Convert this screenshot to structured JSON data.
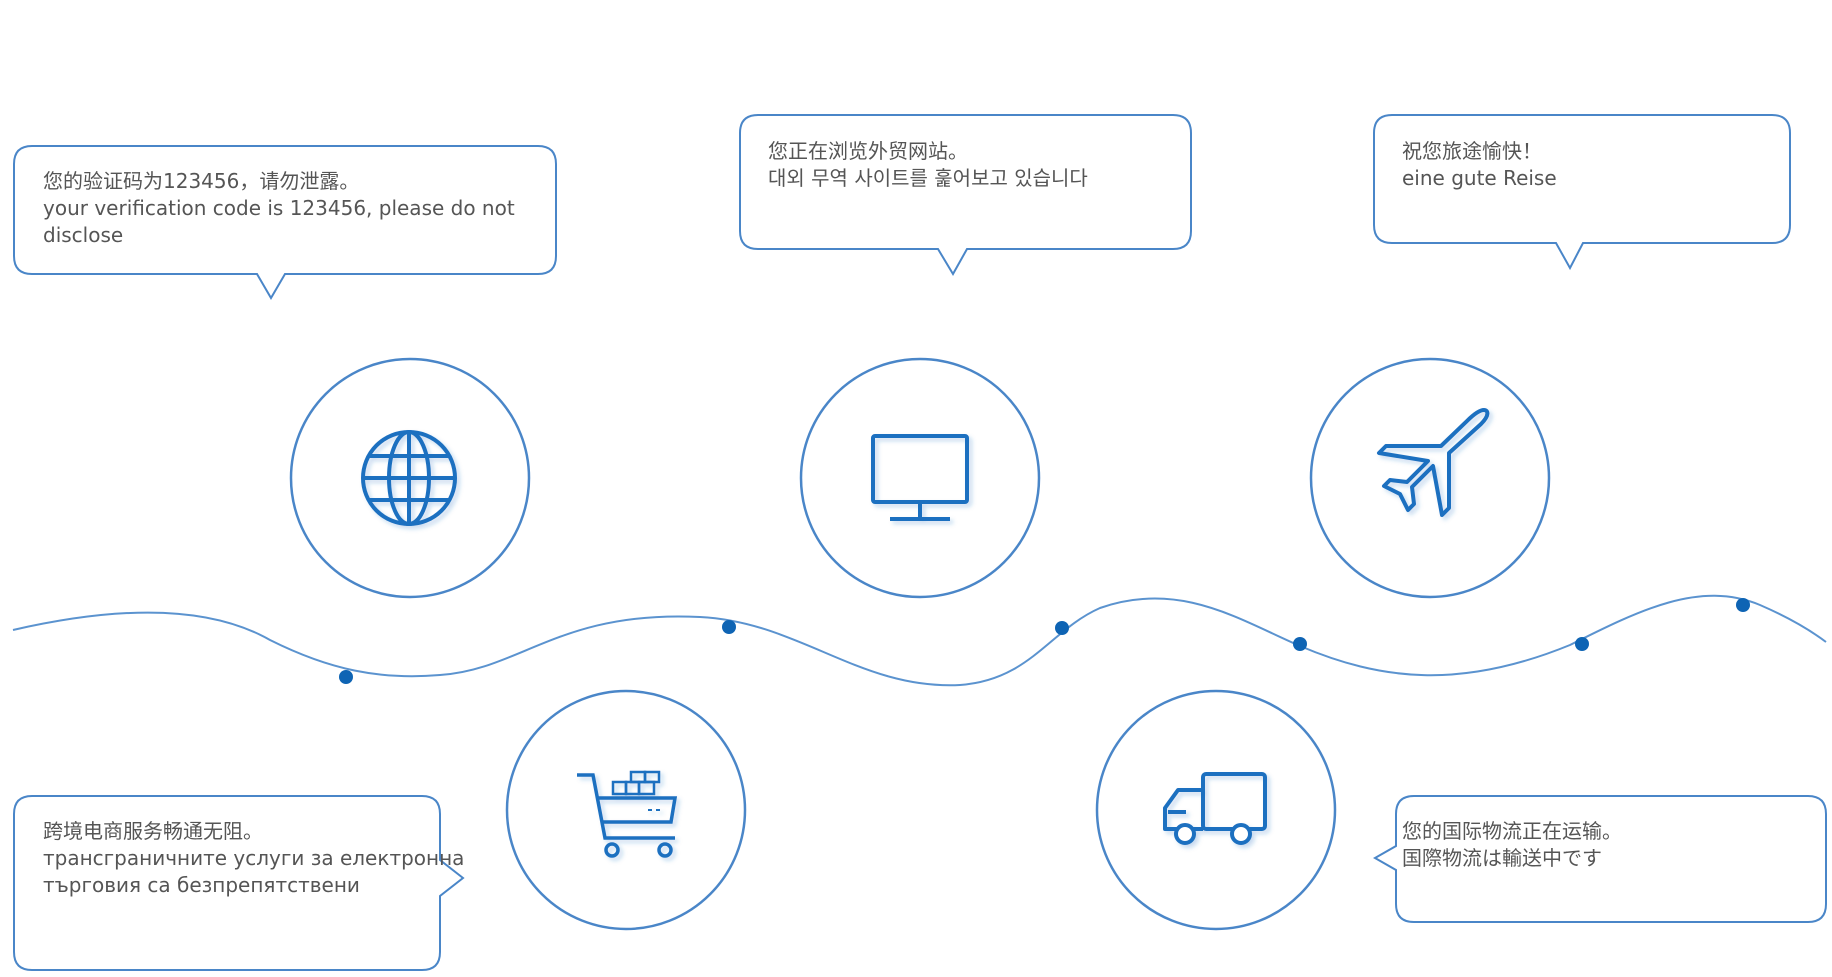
{
  "colors": {
    "bubble_border": "#4a86c8",
    "circle_border": "#4a86c8",
    "icon_blue": "#1f6fc0",
    "wave": "#5b93cf",
    "dot": "#0e64b4",
    "text": "#555555"
  },
  "bubbles": [
    {
      "line1": "您的验证码为123456，请勿泄露。",
      "line2": "your verification code is 123456, please do not",
      "line3": "disclose"
    },
    {
      "line1": "您正在浏览外贸网站。",
      "line2": "대외 무역 사이트를 훑어보고 있습니다"
    },
    {
      "line1": "祝您旅途愉快！",
      "line2": "eine gute Reise"
    },
    {
      "line1": "跨境电商服务畅通无阻。",
      "line2": "трансграничните услуги за електронна",
      "line3": "търговия са безпрепятствени"
    },
    {
      "line1": "您的国际物流正在运输。",
      "line2": "国際物流は輸送中です"
    }
  ],
  "icons": [
    "globe-icon",
    "monitor-icon",
    "airplane-icon",
    "shopping-cart-icon",
    "delivery-truck-icon"
  ]
}
